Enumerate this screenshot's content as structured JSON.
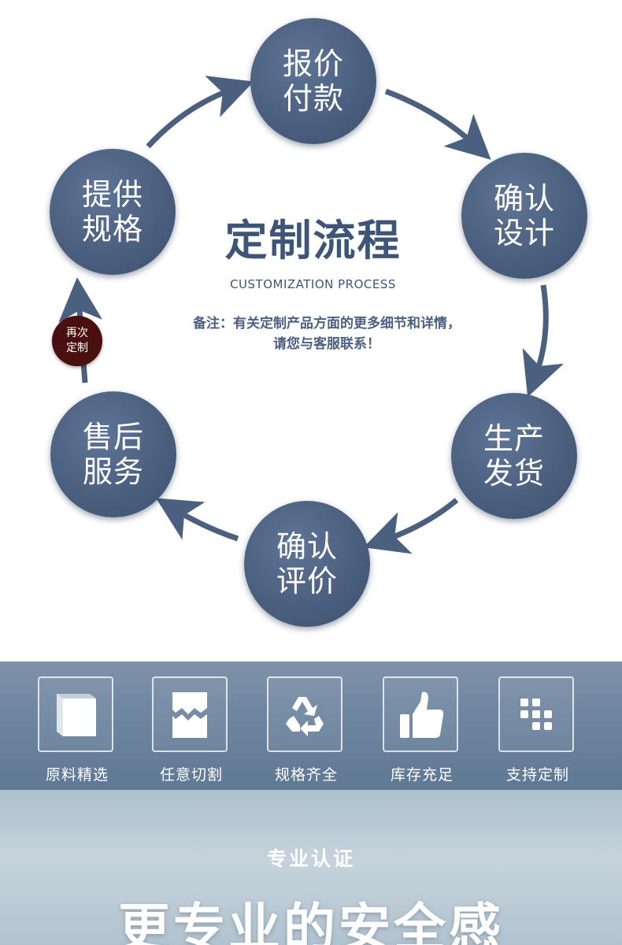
{
  "process": {
    "title": "定制流程",
    "subtitle": "CUSTOMIZATION PROCESS",
    "note": {
      "line1": "备注：有关定制产品方面的更多细节和详情，",
      "line2": "请您与客服联系！"
    },
    "steps": [
      {
        "line1": "报价",
        "line2": "付款"
      },
      {
        "line1": "确认",
        "line2": "设计"
      },
      {
        "line1": "生产",
        "line2": "发货"
      },
      {
        "line1": "确认",
        "line2": "评价"
      },
      {
        "line1": "售后",
        "line2": "服务"
      },
      {
        "line1": "提供",
        "line2": "规格"
      }
    ],
    "again": {
      "line1": "再次",
      "line2": "定制"
    },
    "colors": {
      "circle": "#4b5f7e",
      "again": "#4a0f0f",
      "arrow": "#4b5f7e"
    }
  },
  "features": [
    {
      "label": "原料精选",
      "icon": "book-icon"
    },
    {
      "label": "任意切割",
      "icon": "cut-sheet-icon"
    },
    {
      "label": "规格齐全",
      "icon": "recycle-icon"
    },
    {
      "label": "库存充足",
      "icon": "thumbs-up-icon"
    },
    {
      "label": "支持定制",
      "icon": "grid-dots-icon"
    }
  ],
  "certification": {
    "small": "专业认证",
    "big": "更专业的安全感"
  }
}
